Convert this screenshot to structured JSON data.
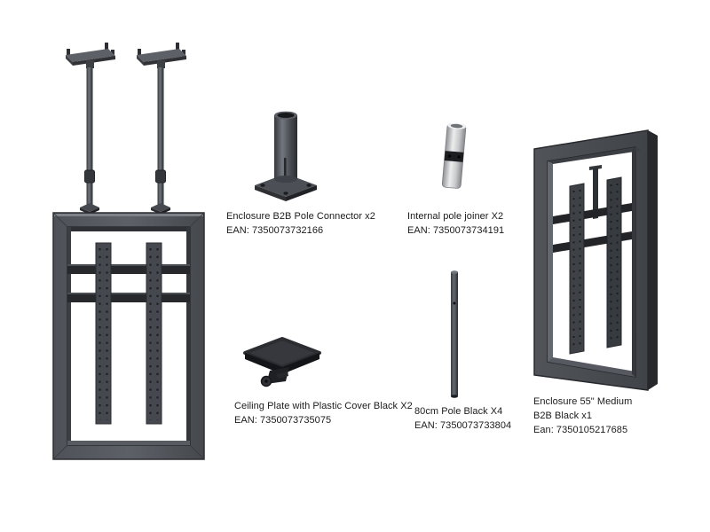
{
  "parts": {
    "pole_connector": {
      "label": "Enclosure B2B Pole Connector x2",
      "ean": "EAN: 7350073732166"
    },
    "pole_joiner": {
      "label": "Internal pole joiner X2",
      "ean": "EAN: 7350073734191"
    },
    "ceiling_plate": {
      "label": "Ceiling Plate with Plastic Cover Black X2",
      "ean": "EAN: 7350073735075"
    },
    "pole_80cm": {
      "label": "80cm Pole Black X4",
      "ean": "EAN: 7350073733804"
    },
    "enclosure_55": {
      "label": "Enclosure 55\" Medium",
      "label2": "B2B Black x1",
      "ean": "Ean: 7350105217685"
    }
  },
  "colors": {
    "background": "#ffffff",
    "metal_dark": "#26282c",
    "metal_mid": "#53565c",
    "metal_light": "#74787f",
    "text": "#1b1b1b"
  }
}
